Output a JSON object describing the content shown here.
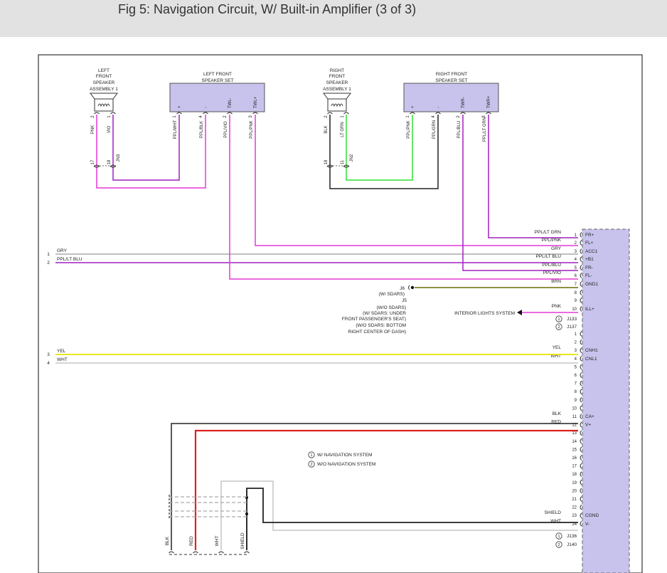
{
  "page": {
    "title": "Fig 5: Navigation Circuit, W/ Built-in Amplifier (3 of 3)"
  },
  "colors": {
    "pnk": "#e339d8",
    "vio": "#a020c0",
    "blk": "#222222",
    "ltgrn": "#33dd33",
    "yel": "#e8e200",
    "wht": "#bbbbbb",
    "gry": "#999999",
    "red": "#e02020",
    "brn": "#6b6b00",
    "connector": "#c7c3ec"
  },
  "components": {
    "lf_assembly": {
      "label_lines": [
        "LEFT",
        "FRONT",
        "SPEAKER",
        "ASSEMBLY 1"
      ],
      "pins": [
        "2",
        "1"
      ]
    },
    "lf_set": {
      "label_lines": [
        "LEFT FRONT",
        "SPEAKER SET"
      ],
      "pin_names": [
        "+",
        "-",
        "TWL-",
        "TWL+"
      ],
      "pins": [
        "1",
        "4",
        "2",
        "3"
      ]
    },
    "rf_assembly": {
      "label_lines": [
        "RIGHT",
        "FRONT",
        "SPEAKER",
        "ASSEMBLY 1"
      ],
      "pins": [
        "2",
        "1"
      ]
    },
    "rf_set": {
      "label_lines": [
        "RIGHT FRONT",
        "SPEAKER SET"
      ],
      "pin_names": [
        "+",
        "-",
        "TWR-",
        "TWR+"
      ],
      "pins": [
        "1",
        "4",
        "2",
        "3"
      ]
    }
  },
  "vertical_wire_labels": [
    "PNK",
    "VIO",
    "PPL/WHT",
    "PPL/BLK",
    "PPL/VIO",
    "PPL/PNK",
    "BLK",
    "LT GRN",
    "PPL/PNK",
    "PPL/GRN",
    "PPL/BLU",
    "PPL/LT GRN"
  ],
  "junctions": {
    "left_pins": [
      "17",
      "18"
    ],
    "left_id": "JN3",
    "right_pins": [
      "18",
      "11"
    ],
    "right_id": "JN2"
  },
  "left_inputs": [
    {
      "num": "1",
      "color": "GRY"
    },
    {
      "num": "2",
      "color": "PPL/LT BLU"
    },
    {
      "num": "3",
      "color": "YEL"
    },
    {
      "num": "4",
      "color": "WHT"
    }
  ],
  "right_pins_a": [
    {
      "pin": "1",
      "wire": "PPL/LT GRN",
      "name": "FR+"
    },
    {
      "pin": "2",
      "wire": "PPL/PNK",
      "name": "FL+"
    },
    {
      "pin": "3",
      "wire": "GRY",
      "name": "ACC1"
    },
    {
      "pin": "4",
      "wire": "PPL/LT BLU",
      "name": "+B1"
    },
    {
      "pin": "5",
      "wire": "PPL/BLU",
      "name": "FR-"
    },
    {
      "pin": "6",
      "wire": "PPL/VIO",
      "name": "FL-"
    },
    {
      "pin": "7",
      "wire": "BRN",
      "name": "GND1"
    },
    {
      "pin": "8",
      "wire": "",
      "name": ""
    },
    {
      "pin": "9",
      "wire": "",
      "name": ""
    },
    {
      "pin": "10",
      "wire": "PNK",
      "name": "ILL+"
    }
  ],
  "connector_refs_a": [
    "J133",
    "J137"
  ],
  "right_pins_b": [
    {
      "pin": "1",
      "wire": "",
      "name": ""
    },
    {
      "pin": "2",
      "wire": "",
      "name": ""
    },
    {
      "pin": "3",
      "wire": "YEL",
      "name": "CNH1"
    },
    {
      "pin": "4",
      "wire": "WHT",
      "name": "CNL1"
    },
    {
      "pin": "5",
      "wire": "",
      "name": ""
    },
    {
      "pin": "6",
      "wire": "",
      "name": ""
    },
    {
      "pin": "7",
      "wire": "",
      "name": ""
    },
    {
      "pin": "8",
      "wire": "",
      "name": ""
    },
    {
      "pin": "9",
      "wire": "",
      "name": ""
    },
    {
      "pin": "10",
      "wire": "",
      "name": ""
    },
    {
      "pin": "11",
      "wire": "BLK",
      "name": "CA+"
    },
    {
      "pin": "12",
      "wire": "RED",
      "name": "V+"
    },
    {
      "pin": "13",
      "wire": "",
      "name": ""
    },
    {
      "pin": "14",
      "wire": "",
      "name": ""
    },
    {
      "pin": "15",
      "wire": "",
      "name": ""
    },
    {
      "pin": "16",
      "wire": "",
      "name": ""
    },
    {
      "pin": "17",
      "wire": "",
      "name": ""
    },
    {
      "pin": "18",
      "wire": "",
      "name": ""
    },
    {
      "pin": "19",
      "wire": "",
      "name": ""
    },
    {
      "pin": "20",
      "wire": "",
      "name": ""
    },
    {
      "pin": "21",
      "wire": "",
      "name": ""
    },
    {
      "pin": "22",
      "wire": "",
      "name": ""
    },
    {
      "pin": "23",
      "wire": "SHIELD",
      "name": "CGND"
    },
    {
      "pin": "24",
      "wire": "WHT",
      "name": "V-"
    }
  ],
  "connector_refs_b": [
    "J136",
    "J140"
  ],
  "ground": {
    "label": "J6",
    "notes": [
      "(W/ SDARS)",
      "J5",
      "(W/O SDARS)",
      "(W/ SDARS: UNDER",
      "FRONT PASSENGER'S SEAT)",
      "(W/O SDARS: BOTTOM",
      "RIGHT CENTER OF DASH)"
    ]
  },
  "interior_lights": "INTERIOR LIGHTS SYSTEM",
  "legend": [
    {
      "num": "1",
      "text": "W/ NAVIGATION SYSTEM"
    },
    {
      "num": "2",
      "text": "W/O NAVIGATION SYSTEM"
    }
  ],
  "bottom_labels": [
    "BLK",
    "RED",
    "WHT",
    "SHIELD"
  ]
}
